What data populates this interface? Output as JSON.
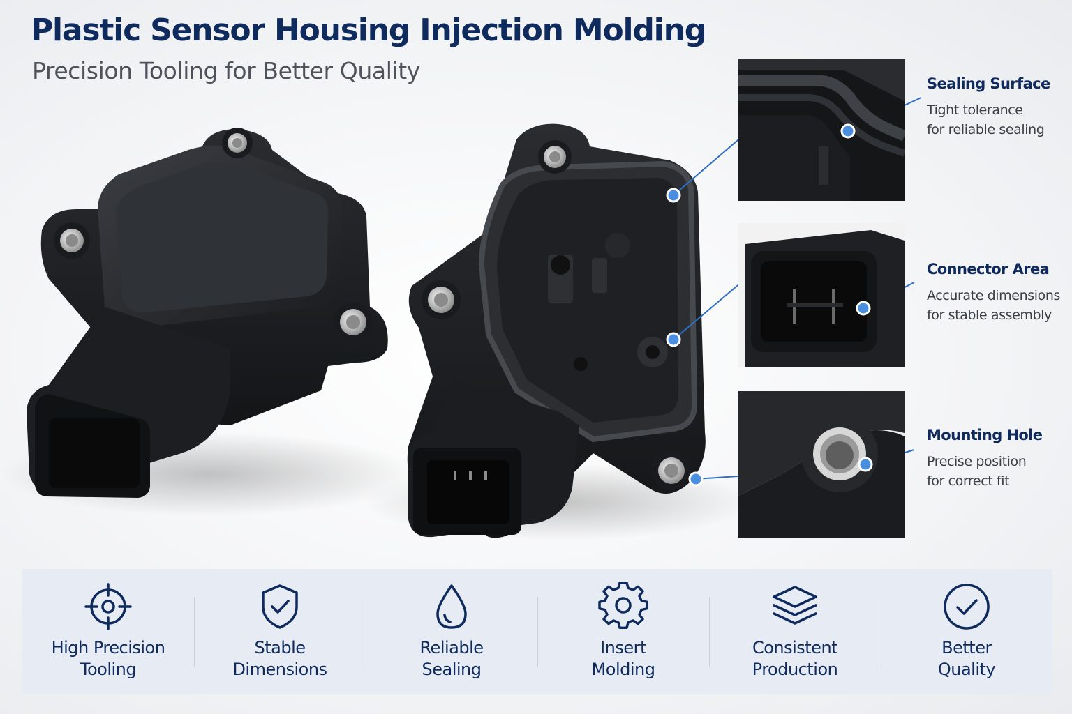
{
  "header": {
    "title": "Plastic Sensor Housing Injection Molding",
    "subtitle": "Precision Tooling for Better Quality"
  },
  "callouts": [
    {
      "title": "Sealing Surface",
      "desc_line1": "Tight tolerance",
      "desc_line2": "for reliable sealing",
      "icon": "sealing-surface-closeup"
    },
    {
      "title": "Connector Area",
      "desc_line1": "Accurate dimensions",
      "desc_line2": "for stable assembly",
      "icon": "connector-closeup"
    },
    {
      "title": "Mounting Hole",
      "desc_line1": "Precise position",
      "desc_line2": "for correct fit",
      "icon": "mounting-hole-closeup"
    }
  ],
  "features": [
    {
      "line1": "High Precision",
      "line2": "Tooling",
      "icon": "crosshair-icon"
    },
    {
      "line1": "Stable",
      "line2": "Dimensions",
      "icon": "shield-check-icon"
    },
    {
      "line1": "Reliable",
      "line2": "Sealing",
      "icon": "droplet-icon"
    },
    {
      "line1": "Insert",
      "line2": "Molding",
      "icon": "gear-icon"
    },
    {
      "line1": "Consistent",
      "line2": "Production",
      "icon": "layers-icon"
    },
    {
      "line1": "Better",
      "line2": "Quality",
      "icon": "check-circle-icon"
    }
  ],
  "colors": {
    "title": "#0f2a5c",
    "accent": "#2e6fc4",
    "plastic": "#232528",
    "feature_band": "#e6ebf4"
  }
}
